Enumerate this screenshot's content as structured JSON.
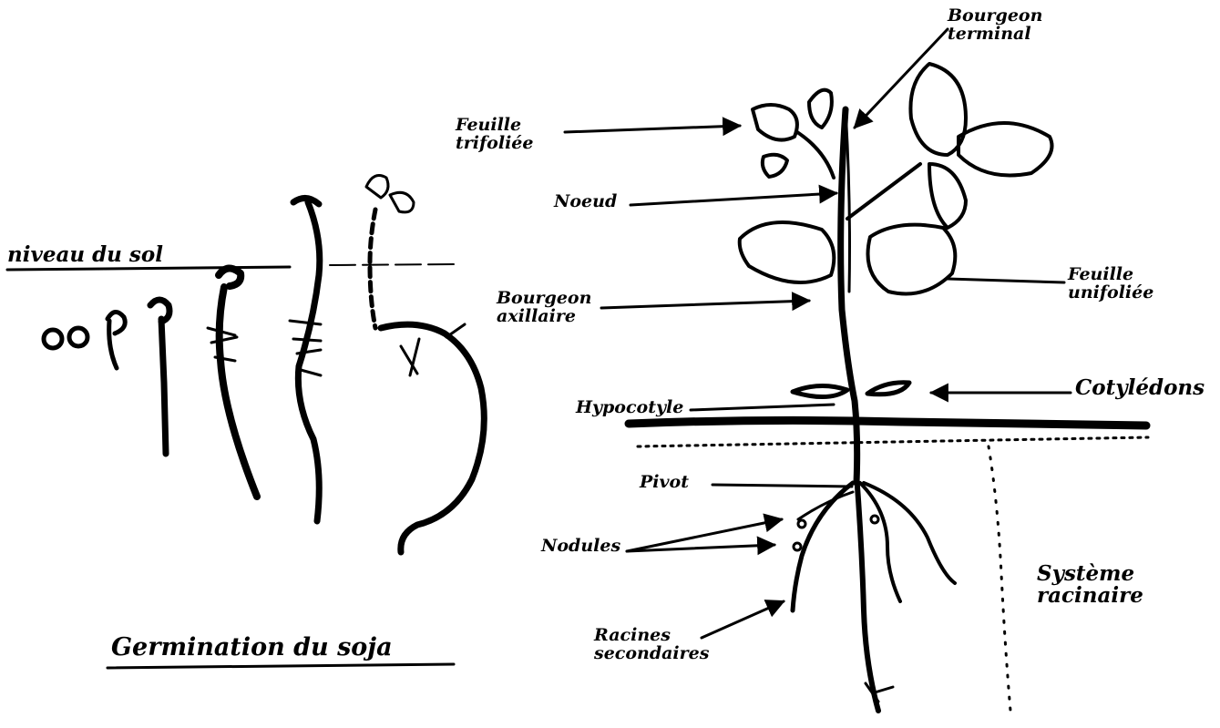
{
  "germination": {
    "soil_label": "niveau du sol",
    "caption": "Germination du soja"
  },
  "plant_labels": {
    "bourgeon_terminal": "Bourgeon terminal",
    "feuille_trifoliee": "Feuille trifoliée",
    "noeud": "Noeud",
    "feuille_unifoliee": "Feuille unifoliée",
    "bourgeon_axillaire": "Bourgeon axillaire",
    "cotyledons": "Cotylédons",
    "hypocotyle": "Hypocotyle",
    "pivot": "Pivot",
    "nodules": "Nodules",
    "systeme_racinaire": "Système racinaire",
    "racines_secondaires": "Racines secondaires"
  }
}
